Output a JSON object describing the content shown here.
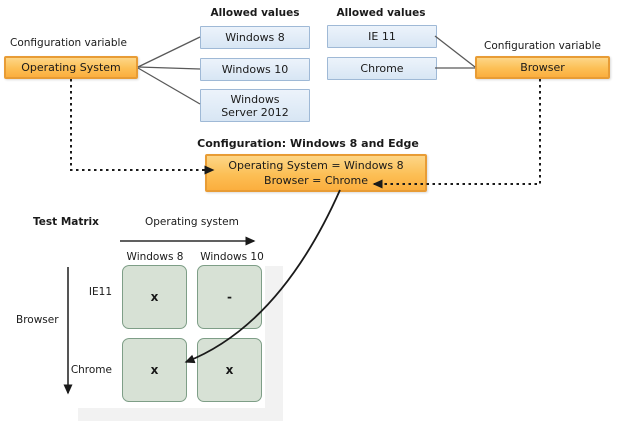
{
  "left_group": {
    "label": "Configuration variable",
    "variable": "Operating System",
    "values_header": "Allowed values",
    "values": [
      "Windows 8",
      "Windows 10",
      "Windows Server 2012"
    ]
  },
  "right_group": {
    "label": "Configuration variable",
    "variable": "Browser",
    "values_header": "Allowed values",
    "values": [
      "IE 11",
      "Chrome"
    ]
  },
  "configuration": {
    "title": "Configuration: Windows 8 and Edge",
    "line1": "Operating System = Windows 8",
    "line2": "Browser = Chrome"
  },
  "matrix": {
    "title": "Test Matrix",
    "x_axis": "Operating system",
    "y_axis": "Browser",
    "columns": [
      "Windows 8",
      "Windows 10"
    ],
    "rows": [
      "IE11",
      "Chrome"
    ],
    "cells": [
      [
        "x",
        "-"
      ],
      [
        "x",
        "x"
      ]
    ]
  },
  "colors": {
    "orange_fill": "#FBB040",
    "orange_border": "#E89C35",
    "blue_fill": "#DCE9F6",
    "blue_border": "#9FB9D6",
    "green_fill": "#D7E1D5",
    "green_border": "#7E9E87",
    "shadow_gray": "#F2F2F2",
    "connector_line": "#595959",
    "arrow_black": "#1A1A1A"
  }
}
